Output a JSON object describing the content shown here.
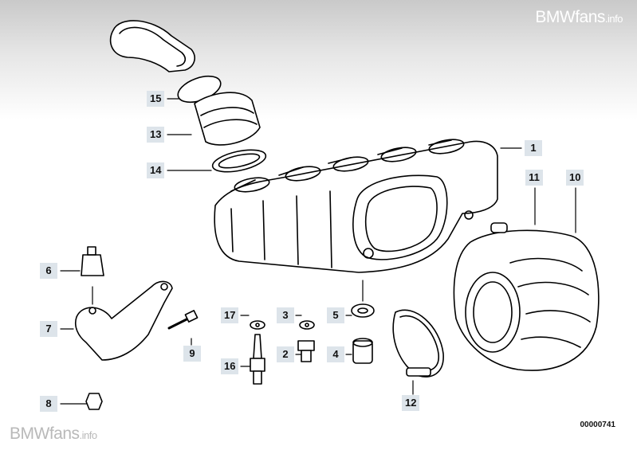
{
  "watermark": {
    "brand": "BMWfans",
    "suffix": ".info"
  },
  "diagram_number": "00000741",
  "callouts": {
    "c1": "1",
    "c2": "2",
    "c3": "3",
    "c4": "4",
    "c5": "5",
    "c6": "6",
    "c7": "7",
    "c8": "8",
    "c9": "9",
    "c10": "10",
    "c11": "11",
    "c12": "12",
    "c13": "13",
    "c14": "14",
    "c15": "15",
    "c16": "16",
    "c17": "17"
  }
}
